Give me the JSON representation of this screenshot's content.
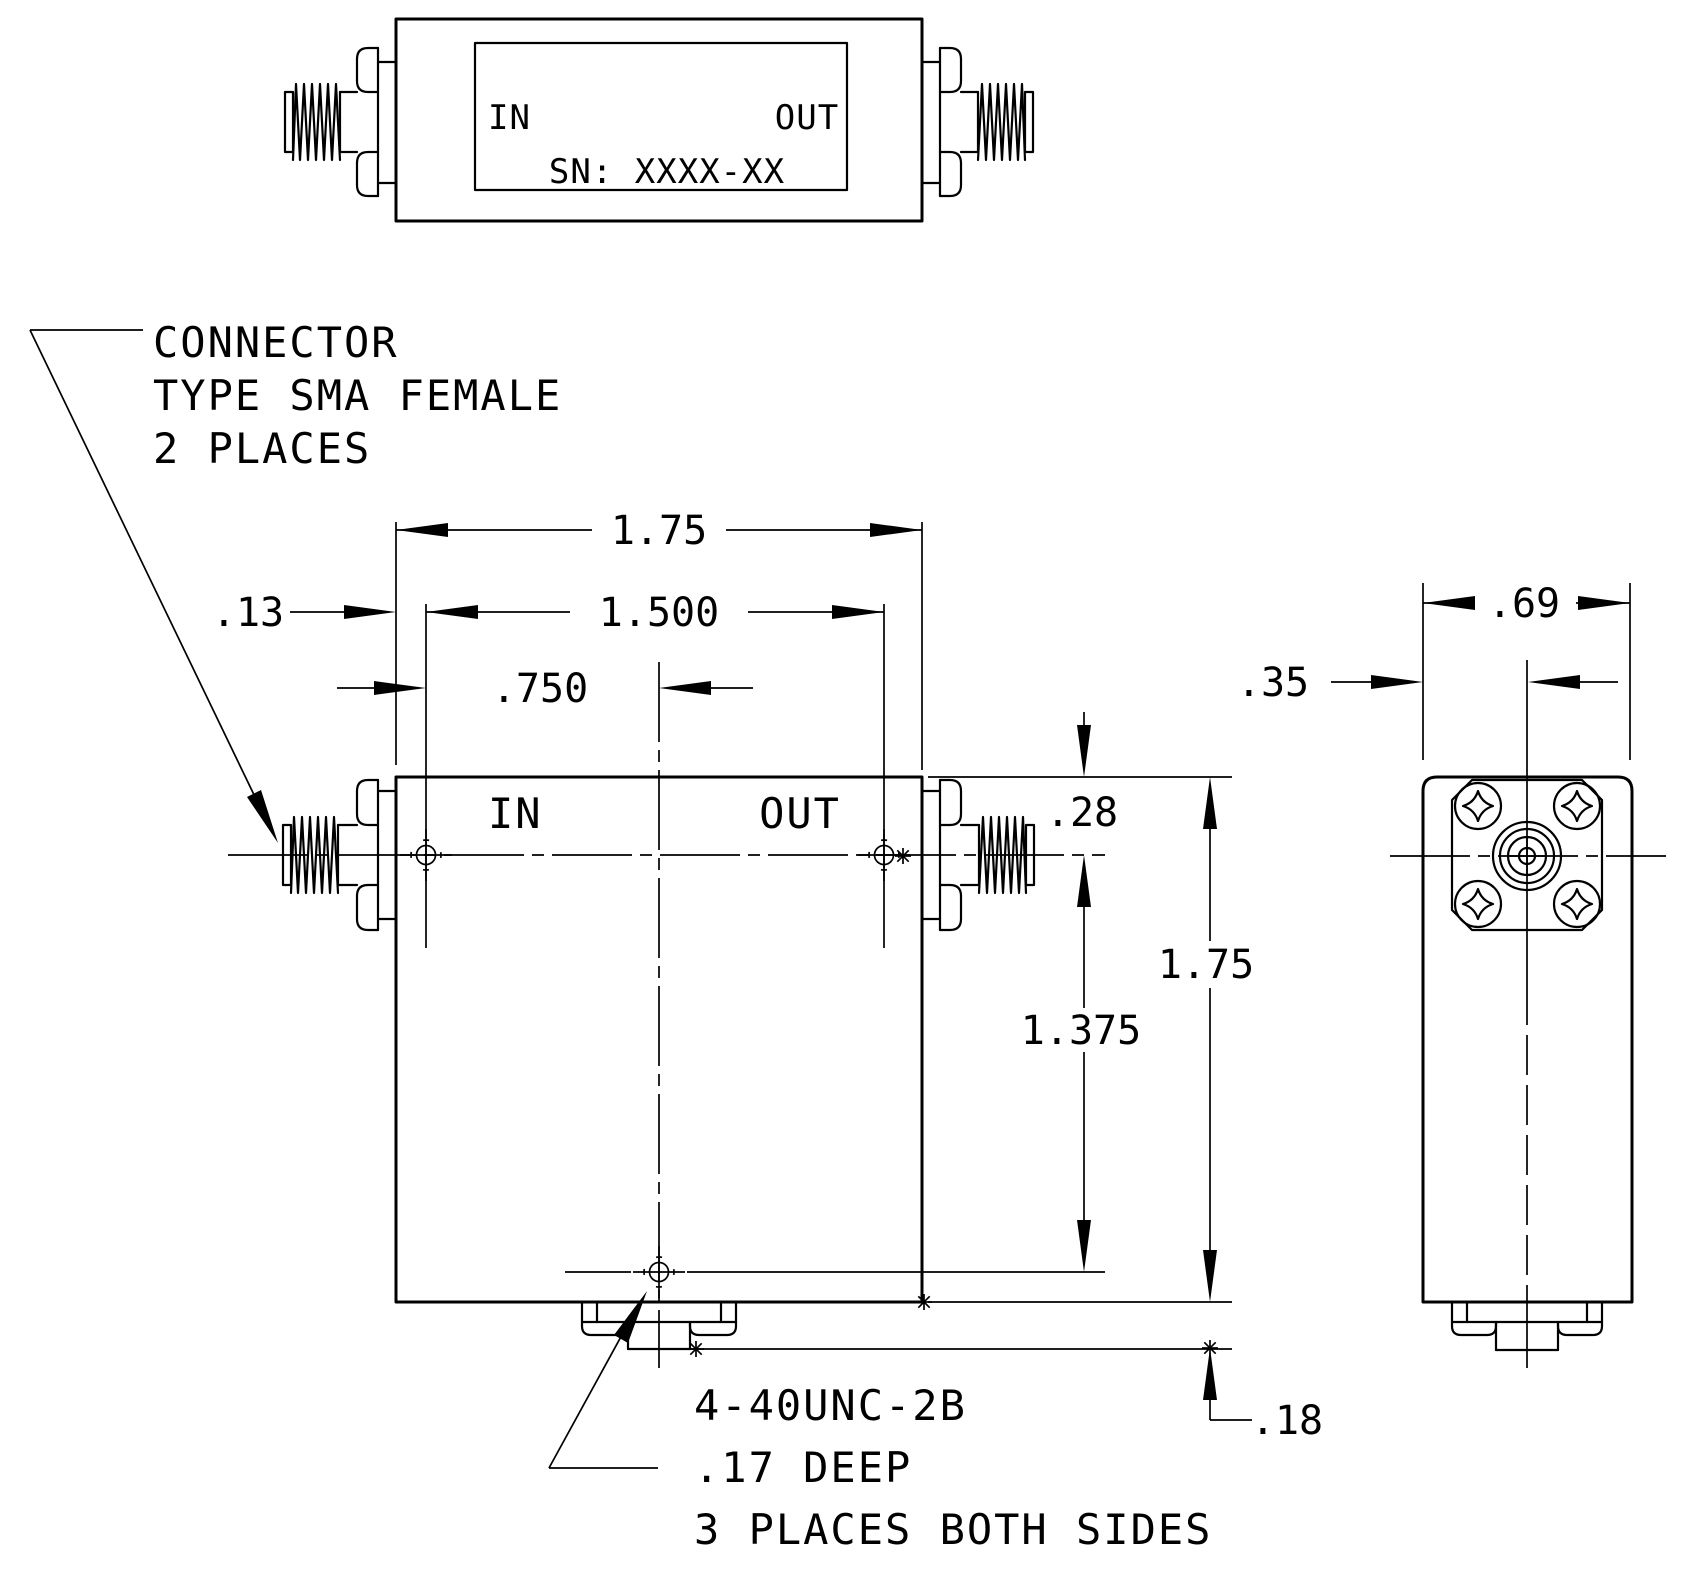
{
  "drawing": {
    "colors": {
      "background": "#ffffff",
      "line": "#000000"
    },
    "top_view": {
      "in": "IN",
      "out": "OUT",
      "serial": "SN: XXXX-XX"
    },
    "front_view": {
      "in": "IN",
      "out": "OUT"
    },
    "notes": {
      "connector": [
        "CONNECTOR",
        "TYPE SMA FEMALE",
        "2 PLACES"
      ],
      "tap": [
        "4-40UNC-2B",
        ".17 DEEP",
        "3 PLACES BOTH SIDES"
      ]
    },
    "dims": {
      "overall_width": "1.75",
      "hole_spacing": "1.500",
      "edge_to_hole": ".13",
      "hole_to_center": ".750",
      "top_to_holes": ".28",
      "holes_to_bottom_hole": "1.375",
      "overall_height": "1.75",
      "bottom_step": ".18",
      "side_width": ".69",
      "side_center": ".35"
    }
  }
}
